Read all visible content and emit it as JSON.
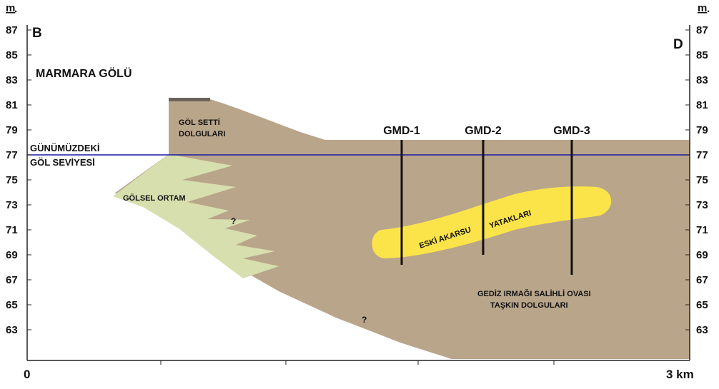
{
  "units": {
    "left": "m",
    "right": "m",
    "dot": "."
  },
  "corner_labels": {
    "left": "B",
    "right": "D"
  },
  "lake_name": "MARMARA GÖLÜ",
  "elevation_ticks": [
    87,
    85,
    83,
    81,
    79,
    77,
    75,
    73,
    71,
    69,
    67,
    65,
    63
  ],
  "x_axis": {
    "start": "0",
    "end": "3 km"
  },
  "present_lake_level": {
    "line1": "GÜNÜMÜZDEKİ",
    "line2": "GÖL SEVİYESİ",
    "elevation": 77,
    "color": "#1a1aa6"
  },
  "units_labels": {
    "embankment_line1": "GÖL SETTİ",
    "embankment_line2": "DOLGULARI",
    "lacustrine": "GÖLSEL ORTAM",
    "channel_word1": "ESKİ AKARSU",
    "channel_word2": "YATAKLARI",
    "floodplain_line1": "GEDİZ IRMAĞI SALİHLİ OVASI",
    "floodplain_line2": "TAŞKIN DOLGULARI",
    "question": "?"
  },
  "wells": [
    {
      "name": "GMD-1",
      "top": 78.2,
      "bottom": 68.2
    },
    {
      "name": "GMD-2",
      "top": 78.2,
      "bottom": 69.0
    },
    {
      "name": "GMD-3",
      "top": 78.2,
      "bottom": 67.4
    }
  ],
  "colors": {
    "fill_deposits": "#b9a58a",
    "lacustrine": "#d7dfae",
    "channel": "#fbe34a",
    "embankment_cap": "#6b625a",
    "axis": "#222222"
  }
}
